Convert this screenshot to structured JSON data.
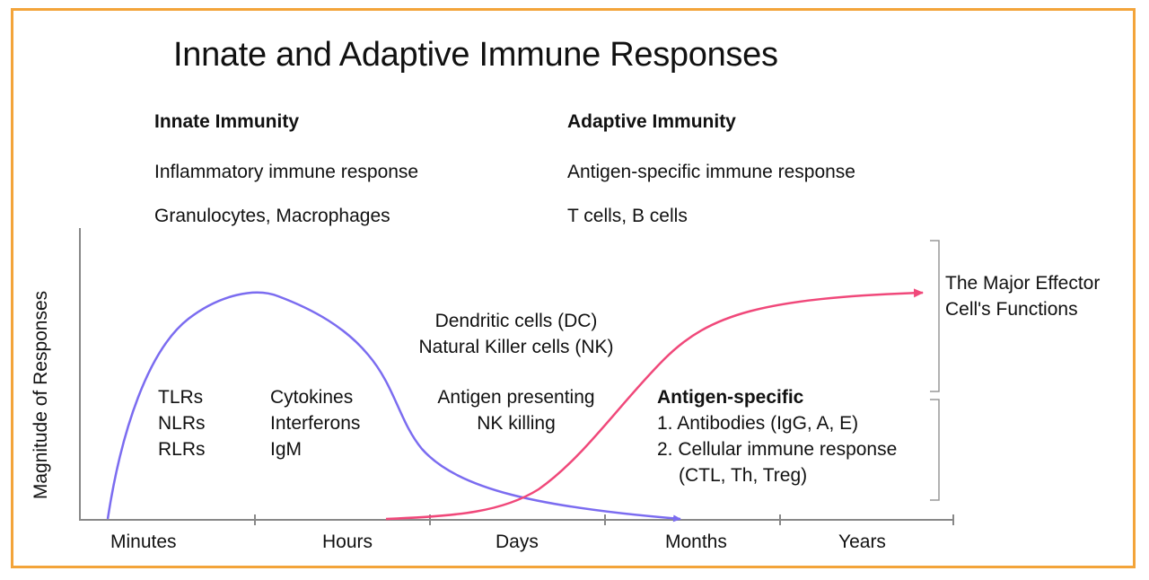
{
  "title": "Innate and Adaptive Immune Responses",
  "innate": {
    "header": "Innate Immunity",
    "response": "Inflammatory immune response",
    "cells": "Granulocytes, Macrophages"
  },
  "adaptive": {
    "header": "Adaptive Immunity",
    "response": "Antigen-specific immune response",
    "cells": "T cells, B cells"
  },
  "y_axis_label": "Magnitude of Responses",
  "x_axis_ticks": [
    "Minutes",
    "Hours",
    "Days",
    "Months",
    "Years"
  ],
  "curve_labels": {
    "receptors": [
      "TLRs",
      "NLRs",
      "RLRs"
    ],
    "mediators": [
      "Cytokines",
      "Interferons",
      "IgM"
    ],
    "bridge_cells": [
      "Dendritic cells (DC)",
      "Natural Killer cells (NK)"
    ],
    "bridge_functions": [
      "Antigen presenting",
      "NK killing"
    ],
    "adaptive_title": "Antigen-specific",
    "adaptive_items": [
      "1. Antibodies (IgG, A, E)",
      "2. Cellular immune response",
      "(CTL, Th, Treg)"
    ]
  },
  "bracket_label": [
    "The Major Effector",
    "Cell's Functions"
  ],
  "colors": {
    "frame": "#f3a43a",
    "innate_curve": "#7b6cf0",
    "adaptive_curve": "#f0487a",
    "axis": "#888888"
  }
}
